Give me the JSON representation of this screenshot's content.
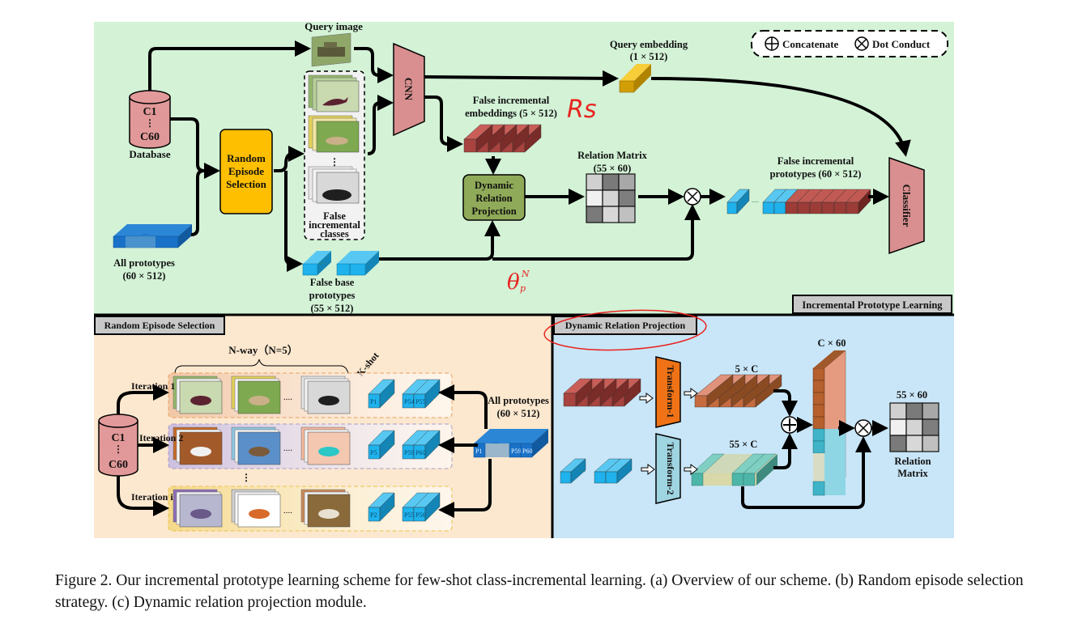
{
  "figure": {
    "caption": "Figure 2. Our incremental prototype learning scheme for few-shot class-incremental learning. (a) Overview of our scheme. (b) Random episode selection strategy. (c) Dynamic relation projection module.",
    "colors": {
      "top_panel_bg": "#d3f2d6",
      "bottom_left_bg": "#fce8cf",
      "bottom_right_bg": "#c9e6f8",
      "database": "#e39a9a",
      "cnn": "#d98f8f",
      "random_episode_box": "#fdbf00",
      "drp_box": "#8faa58",
      "embedding_red": "#b8524e",
      "prototype_blue": "#1fb2ec",
      "prototype_dark_blue": "#1a72c8",
      "query_embedding": "#f2bb17",
      "transform1": "#ef7316",
      "transform2": "#9fd4e1",
      "annotation_red": "#e8231f"
    },
    "overview": {
      "panel_label": "Incremental Prototype Learning",
      "query_image_label": "Query image",
      "database": {
        "top": "C1",
        "dots": "⋮",
        "bottom": "C60",
        "label": "Database"
      },
      "random_episode": {
        "line1": "Random",
        "line2": "Episode",
        "line3": "Selection"
      },
      "false_classes": {
        "line1": "False",
        "line2": "incremental",
        "line3": "classes"
      },
      "all_prototypes": {
        "line1": "All prototypes",
        "line2": "(60 × 512)"
      },
      "false_base": {
        "line1": "False base",
        "line2": "prototypes",
        "line3": "(55 × 512)"
      },
      "cnn_label": "CNN",
      "query_embedding": {
        "line1": "Query embedding",
        "line2": "(1 × 512)"
      },
      "false_inc_emb": {
        "line1": "False incremental",
        "line2": "embeddings (5 × 512)"
      },
      "drp": {
        "line1": "Dynamic",
        "line2": "Relation",
        "line3": "Projection"
      },
      "relation_matrix": {
        "line1": "Relation Matrix",
        "line2": "(55 × 60)"
      },
      "false_inc_proto": {
        "line1": "False incremental",
        "line2": "prototypes (60 × 512)"
      },
      "classifier_label": "Classifier",
      "legend": {
        "concat_symbol": "⊕",
        "concat": "Concatenate",
        "dot_symbol": "⊗",
        "dot": "Dot Conduct"
      },
      "handwritten_rs": "Rs",
      "handwritten_theta": "θ",
      "handwritten_theta_sup": "N",
      "handwritten_theta_sub": "p"
    },
    "random_episode_panel": {
      "panel_label": "Random Episode Selection",
      "nway": "N-way（N=5）",
      "kshot": "K-shot",
      "database": {
        "top": "C1",
        "dots": "⋮",
        "bottom": "C60"
      },
      "all_prototypes": {
        "line1": "All prototypes",
        "line2": "(60 × 512)"
      },
      "iterations": [
        {
          "label": "Iteration 1",
          "protos": [
            "P1",
            "P54",
            "P55"
          ]
        },
        {
          "label": "Iteration 2",
          "protos": [
            "P5",
            "P59",
            "P60"
          ]
        },
        {
          "label": "Iteration i",
          "protos": [
            "P2",
            "P55",
            "P56"
          ]
        }
      ],
      "all_protos_cells": [
        "P1",
        "P59",
        "P60"
      ],
      "ellipsis": "....",
      "vdots": "⋮"
    },
    "drp_panel": {
      "panel_label": "Dynamic Relation Projection",
      "transform1": "Transform-1",
      "transform2": "Transform-2",
      "five_c": "5 × C",
      "fiftyfive_c": "55 × C",
      "c_60": "C × 60",
      "rm_dim": "55 × 60",
      "rm_line1": "Relation",
      "rm_line2": "Matrix"
    },
    "relation_matrix_shades": [
      [
        "#d0d0d0",
        "#7a7a7a",
        "#a8a8a8"
      ],
      [
        "#f0f0f0",
        "#d4d4d4",
        "#7e7e7e"
      ],
      [
        "#7a7a7a",
        "#d8d8d8",
        "#c0c0c0"
      ]
    ]
  }
}
